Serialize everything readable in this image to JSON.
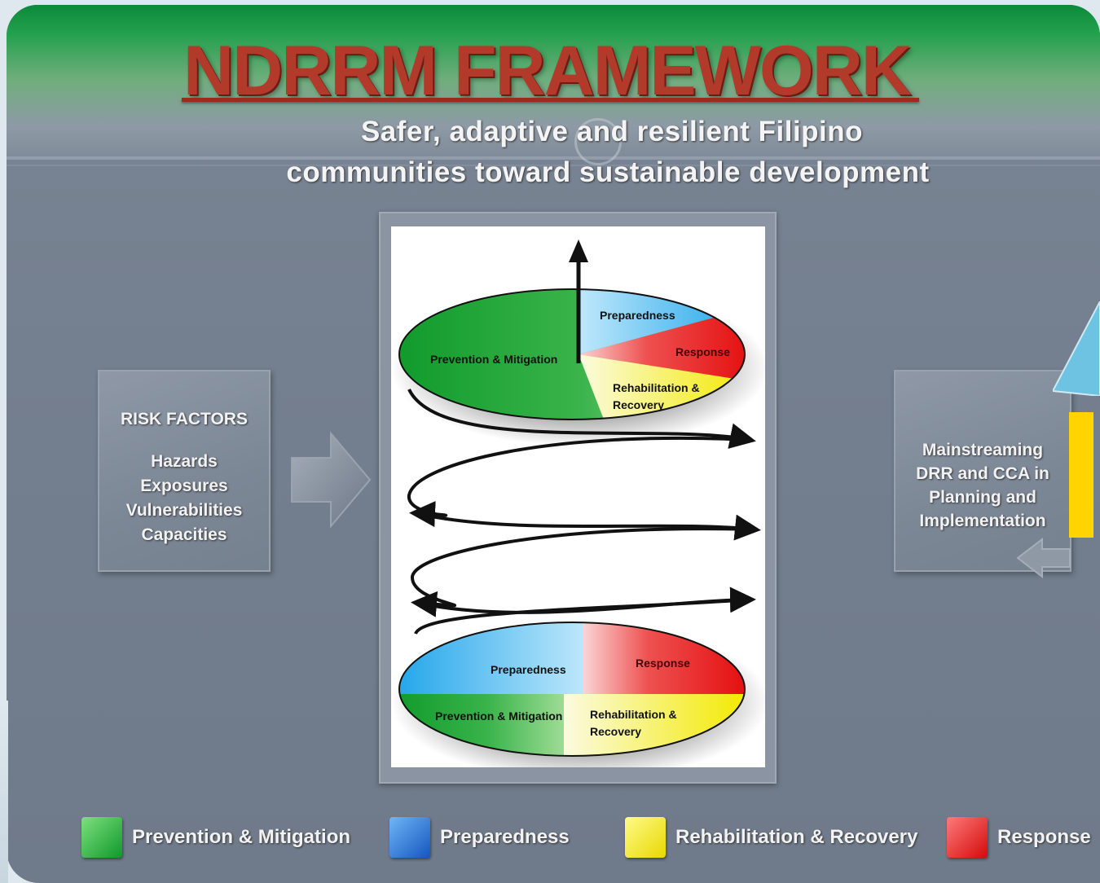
{
  "title": "NDRRM FRAMEWORK",
  "subtitle_line1": "Safer, adaptive and resilient Filipino",
  "subtitle_line2": "communities toward sustainable development",
  "risk_box": {
    "heading": "RISK FACTORS",
    "items": [
      "Hazards",
      "Exposures",
      "Vulnerabilities",
      "Capacities"
    ]
  },
  "mainstream_box": {
    "lines": [
      "Mainstreaming",
      "DRR and CCA in",
      "Planning and",
      "Implementation"
    ]
  },
  "top_ellipse": {
    "labels": {
      "prevention": "Prevention & Mitigation",
      "preparedness": "Preparedness",
      "response": "Response",
      "rehab1": "Rehabilitation &",
      "rehab2": "Recovery"
    }
  },
  "bottom_ellipse": {
    "labels": {
      "prevention": "Prevention & Mitigation",
      "preparedness": "Preparedness",
      "response": "Response",
      "rehab1": "Rehabilitation &",
      "rehab2": "Recovery"
    }
  },
  "legend": [
    {
      "label": "Prevention &  Mitigation",
      "color": "#1fae3c"
    },
    {
      "label": "Preparedness",
      "color": "#1b6fd6"
    },
    {
      "label": "Rehabilitation & Recovery",
      "color": "#f2e800"
    },
    {
      "label": "Response",
      "color": "#e81818"
    }
  ],
  "colors": {
    "green": "#1fae3c",
    "blue": "#2aa8ec",
    "red": "#e81818",
    "yellow": "#f2e800",
    "title": "#b23a2a"
  }
}
